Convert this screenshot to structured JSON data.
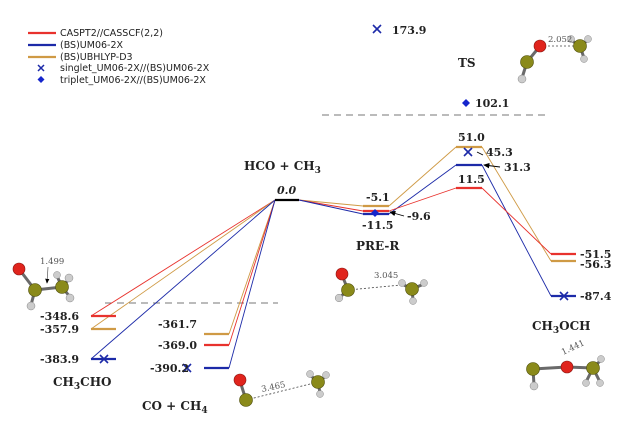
{
  "colors": {
    "caspt2": "#e8322d",
    "um06": "#1c2aa8",
    "ubhlyp": "#cf9a45",
    "singlet": "#1c2aa8",
    "triplet": "#1525cc",
    "ref": "#000000",
    "dash": "#777777",
    "atom_o": "#e0241d",
    "atom_c": "#8a8a1a",
    "atom_h": "#cccccc"
  },
  "legend": [
    {
      "label": "CASPT2//CASSCF(2,2)",
      "kind": "line",
      "color_key": "caspt2"
    },
    {
      "label": "(BS)UM06-2X",
      "kind": "line",
      "color_key": "um06"
    },
    {
      "label": "(BS)UBHLYP-D3",
      "kind": "line",
      "color_key": "ubhlyp"
    },
    {
      "label": "singlet_UM06-2X//(BS)UM06-2X",
      "kind": "cross",
      "color_key": "singlet"
    },
    {
      "label": "triplet_UM06-2X//(BS)UM06-2X",
      "kind": "diamond",
      "color_key": "triplet"
    }
  ],
  "states": {
    "hco_ch3": {
      "label": "HCO + CH",
      "sub": "3",
      "value": "0.0"
    },
    "ch3cho": {
      "label": "CH",
      "sub": "3",
      "tail": "CHO"
    },
    "co_ch4": {
      "label": "CO + CH",
      "sub": "4"
    },
    "pre_r": {
      "label": "PRE-R"
    },
    "ts": {
      "label": "TS"
    },
    "ch3och": {
      "label": "CH",
      "sub": "3",
      "tail": "OCH"
    }
  },
  "chart_data": {
    "type": "energy-profile",
    "units": "",
    "levels": {
      "ref": 0.0,
      "ch3cho": {
        "caspt2": -348.6,
        "ubhlyp": -357.9,
        "um06": -383.9
      },
      "co_ch4": {
        "ubhlyp": -361.7,
        "caspt2": -369.0,
        "um06": -390.2
      },
      "pre_r": {
        "ubhlyp": -5.1,
        "caspt2": -9.6,
        "um06": -11.5
      },
      "ts": {
        "ubhlyp": 51.0,
        "um06": 31.3,
        "caspt2": 11.5,
        "singlet": 45.3
      },
      "ch3och": {
        "caspt2": -51.5,
        "ubhlyp": -56.3,
        "um06": -87.4
      },
      "singlet_top": 173.9,
      "triplet_top": 102.1
    },
    "value_labels": {
      "ch3cho": [
        "-348.6",
        "-357.9",
        "-383.9"
      ],
      "co_ch4": [
        "-361.7",
        "-369.0",
        "-390.2"
      ],
      "pre_r": [
        "-5.1",
        "-9.6",
        "-11.5"
      ],
      "ts": [
        "51.0",
        "45.3",
        "31.3",
        "11.5"
      ],
      "ch3och": [
        "-51.5",
        "-56.3",
        "-87.4"
      ],
      "singlet_top": "173.9",
      "triplet_top": "102.1"
    },
    "distances": [
      "1.499",
      "3.045",
      "3.465",
      "2.052",
      "1.441"
    ]
  }
}
